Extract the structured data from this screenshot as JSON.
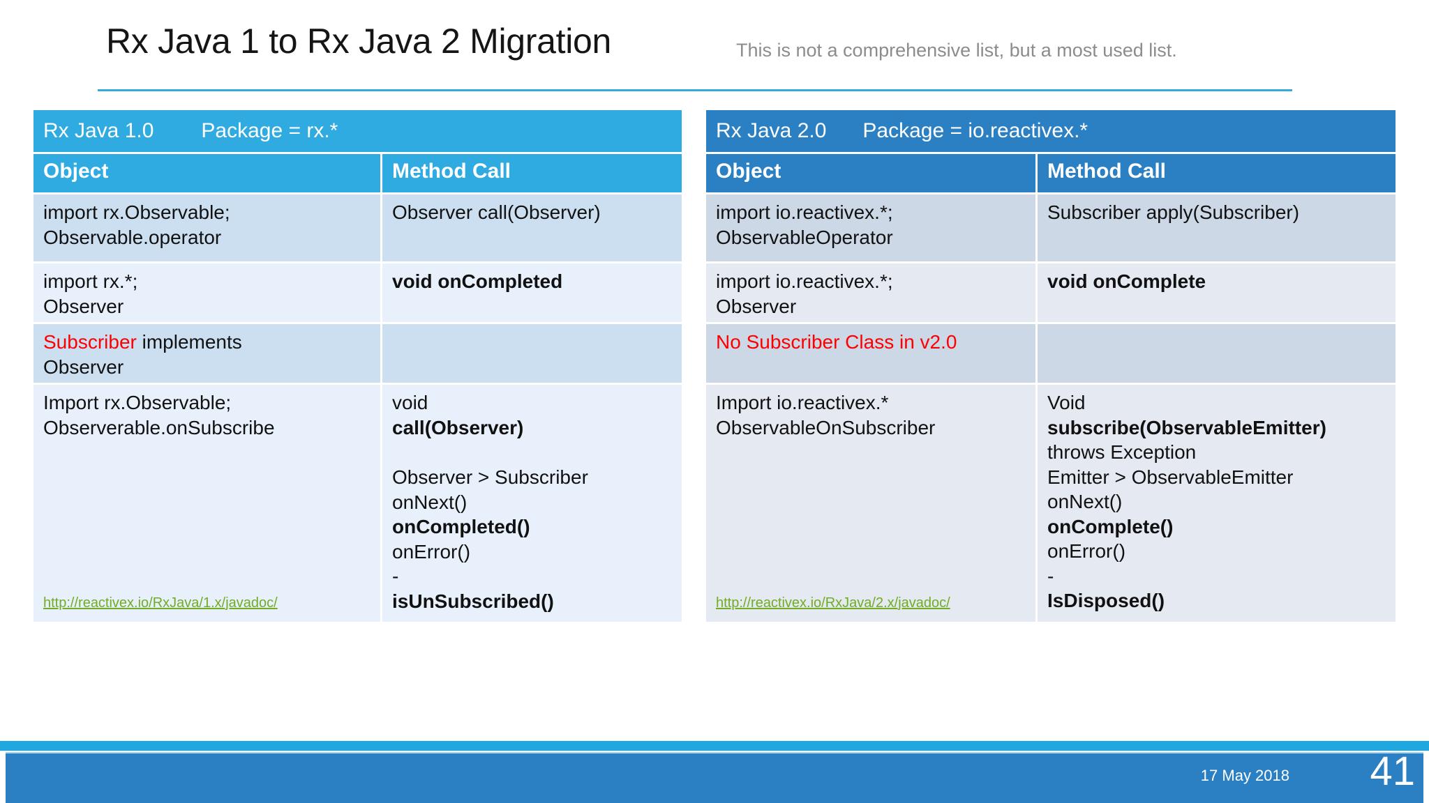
{
  "slide": {
    "title": "Rx Java 1 to Rx Java 2 Migration",
    "subtitle": "This is not a comprehensive list, but a most used list.",
    "accent_color": "#2fabe1",
    "accent_color_dark": "#2b7fc3",
    "link_color": "#70ad22",
    "highlight_color": "#ff0000"
  },
  "tables": {
    "left": {
      "version_label": "Rx Java 1.0",
      "package_label": "Package = rx.*",
      "columns": [
        "Object",
        "Method Call"
      ],
      "doc_link": "http://reactivex.io/RxJava/1.x/javadoc/",
      "rows": [
        {
          "object_line1": "import rx.Observable;",
          "object_line2": "Observable.operator",
          "method_line1": "Observer call(Observer)"
        },
        {
          "object_line1": "import rx.*;",
          "object_line2": "Observer",
          "method_line1": "void onCompleted"
        },
        {
          "object_red": "Subscriber",
          "object_rest": " implements",
          "object_line2": "Observer",
          "method_line1": ""
        },
        {
          "object_line1": "Import rx.Observable;",
          "object_line2": "Observerable.onSubscribe",
          "method_lines": [
            "void",
            "call(Observer)",
            "",
            "Observer > Subscriber",
            "onNext()",
            "onCompleted()",
            "onError()",
            "-",
            "isUnSubscribed()"
          ]
        }
      ]
    },
    "right": {
      "version_label": "Rx Java 2.0",
      "package_label": "Package =  io.reactivex.*",
      "columns": [
        "Object",
        "Method Call"
      ],
      "doc_link": "http://reactivex.io/RxJava/2.x/javadoc/",
      "rows": [
        {
          "object_line1": "import io.reactivex.*;",
          "object_line2": "ObservableOperator",
          "method_line1": "Subscriber apply(Subscriber)"
        },
        {
          "object_line1": "import io.reactivex.*;",
          "object_line2": "Observer",
          "method_line1": "void onComplete"
        },
        {
          "object_red": "No Subscriber Class in v2.0",
          "object_rest": "",
          "object_line2": "",
          "method_line1": ""
        },
        {
          "object_line1": "Import io.reactivex.*",
          "object_line2": "ObservableOnSubscriber",
          "method_lines": [
            "Void",
            "subscribe(ObservableEmitter)",
            "throws Exception",
            "Emitter > ObservableEmitter",
            "onNext()",
            "onComplete()",
            "onError()",
            "-",
            "IsDisposed()"
          ]
        }
      ]
    }
  },
  "footer": {
    "date": "17 May 2018",
    "page_number": "41"
  }
}
